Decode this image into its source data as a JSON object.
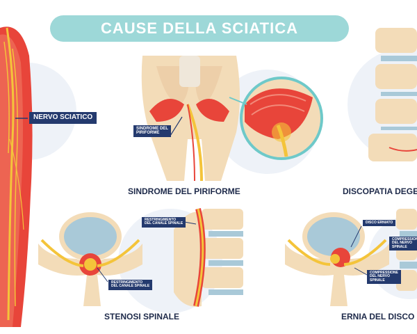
{
  "title": "CAUSE DELLA SCIATICA",
  "labels": {
    "nerve": "NERVO SCIATICO",
    "piriformis_tag": "SINDROME DEL\nPIRIFORME",
    "stenosis_tag_top": "RESTRINGIMENTO\nDEL CANALE SPINALE",
    "stenosis_tag_bottom": "RESTRINGIMENTO\nDEL CANALE SPINALE",
    "herniated_disc_tag": "DISCO ERNIATO",
    "compression_tag_1": "COMPRESSIONE\nDEL NERVO\nSPINALE",
    "compression_tag_2": "COMPRESSIONE\nDEL NERVO\nSPINALE"
  },
  "captions": {
    "piriformis": "SINDROME DEL PIRIFORME",
    "degenerative": "DISCOPATIA DEGE",
    "stenosis": "STENOSI SPINALE",
    "hernia": "ERNIA DEL DISCO"
  },
  "colors": {
    "title_bg": "#9dd8d8",
    "tag_bg": "#243a6e",
    "caption": "#1e2a4a",
    "muscle": "#e8453a",
    "bone": "#f3dcb8",
    "nerve": "#f4c43a",
    "disc": "#a9c9d8"
  }
}
